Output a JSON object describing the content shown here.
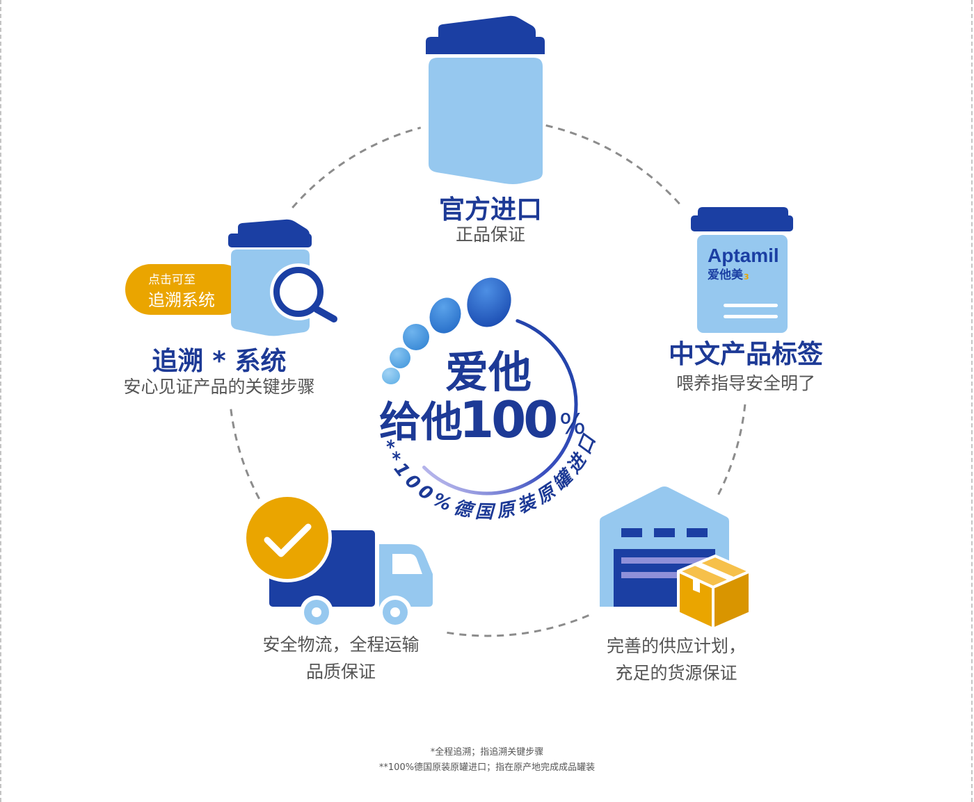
{
  "page": {
    "background": "#ffffff"
  },
  "colors": {
    "navy": "#1b3fa3",
    "title_blue": "#1d3a96",
    "light_blue": "#96c8ef",
    "orange": "#eaa500",
    "purple": "#8f90d9",
    "body_text": "#555555",
    "dashed_ring": "#8c8c8c"
  },
  "center_logo": {
    "line1": "爱他",
    "line2": "给他",
    "number": "100",
    "percent": "%",
    "arc_text": "**100%德国原装原罐进口"
  },
  "features": {
    "official_import": {
      "icon": "milk-can-icon",
      "title": "官方进口",
      "subtitle": "正品保证"
    },
    "chinese_label": {
      "icon": "aptamil-can-icon",
      "title": "中文产品标签",
      "subtitle": "喂养指导安全明了",
      "can_brand": "Aptamil",
      "can_name": "爱他美",
      "can_stage": "3"
    },
    "traceability": {
      "icon": "can-magnifier-icon",
      "title": "追溯 * 系统",
      "subtitle": "安心见证产品的关键步骤",
      "link_line1": "点击可至",
      "link_line2": "追溯系统"
    },
    "logistics": {
      "icon": "delivery-truck-icon",
      "badge_icon": "checkmark-icon",
      "line1": "安全物流，全程运输",
      "line2": "品质保证"
    },
    "supply": {
      "icon": "warehouse-icon",
      "badge_icon": "package-box-icon",
      "line1": "完善的供应计划，",
      "line2": "充足的货源保证"
    }
  },
  "footnotes": [
    "*全程追溯；指追溯关键步骤",
    "**100%德国原装原罐进口；指在原产地完成成品罐装"
  ]
}
